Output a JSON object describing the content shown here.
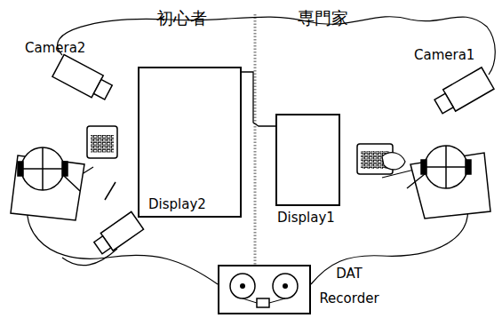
{
  "diagram": {
    "nodes": [
      {
        "text": [
          "Display2"
        ]
      },
      {
        "text": [
          "Display1"
        ]
      },
      {
        "text": [
          "DAT Recorder"
        ]
      }
    ],
    "edges": [
      {
        "from": 0,
        "to": 1,
        "arrow": "none"
      }
    ],
    "labels": [
      "初心者",
      "専門家",
      "Camera2",
      "Camera1"
    ]
  }
}
